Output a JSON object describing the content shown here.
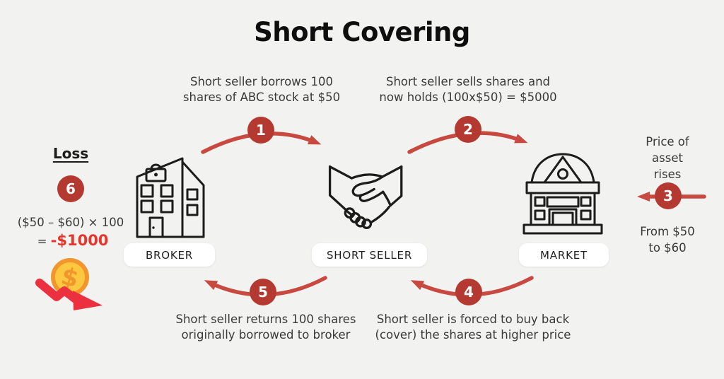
{
  "title": "Short Covering",
  "steps": {
    "s1": {
      "num": "1",
      "l1": "Short seller borrows 100",
      "l2": "shares of ABC stock at $50"
    },
    "s2": {
      "num": "2",
      "l1": "Short seller sells shares and",
      "l2": "now holds (100x$50) = $5000"
    },
    "s3": {
      "num": "3",
      "l1": "Price of",
      "l2": "asset rises",
      "n1": "From $50",
      "n2": "to $60"
    },
    "s4": {
      "num": "4",
      "l1": "Short seller is forced to buy back",
      "l2": "(cover) the shares at higher price"
    },
    "s5": {
      "num": "5",
      "l1": "Short seller returns 100 shares",
      "l2": "originally borrowed to broker"
    },
    "s6": {
      "num": "6"
    }
  },
  "loss": {
    "label": "Loss",
    "formula": "($50 – $60) × 100",
    "equals": "=",
    "amount": "-$1000"
  },
  "entities": {
    "broker": "BROKER",
    "short_seller": "SHORT SELLER",
    "market": "MARKET"
  },
  "icons": {
    "broker": "building-icon",
    "short_seller": "handshake-icon",
    "market": "bank-icon",
    "loss": "coin-decline-icon"
  },
  "colors": {
    "background": "#f2f2f1",
    "badge_red": "#b43a31",
    "arrow_red": "#c8493f",
    "loss_red": "#e8352c",
    "coin_gold": "#fdc840",
    "coin_ring": "#f0962c",
    "body_text": "#3a3a3a",
    "title_text": "#0e0e0e"
  }
}
